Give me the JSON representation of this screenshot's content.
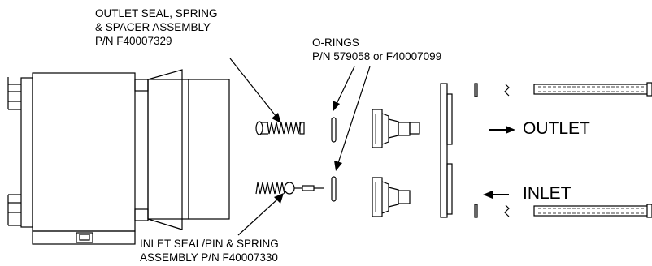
{
  "callouts": {
    "outlet_assembly": {
      "line1": "OUTLET SEAL, SPRING",
      "line2": "& SPACER ASSEMBLY",
      "line3": "P/N F40007329"
    },
    "o_rings": {
      "line1": "O-RINGS",
      "line2": "P/N 579058 or F40007099"
    },
    "inlet_assembly": {
      "line1": "INLET SEAL/PIN & SPRING",
      "line2": "ASSEMBLY P/N F40007330"
    }
  },
  "flow_labels": {
    "outlet": "OUTLET",
    "inlet": "INLET"
  },
  "line_color": "#000000"
}
